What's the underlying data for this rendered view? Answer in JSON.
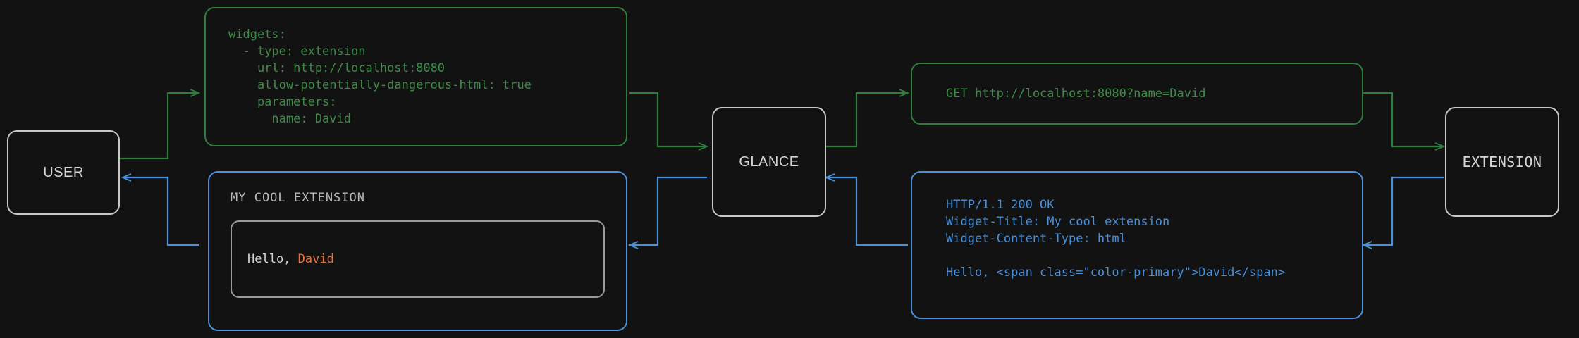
{
  "colors": {
    "background": "#121212",
    "node_border": "#c8c8c8",
    "request_green": "#3d8b47",
    "response_blue": "#4a90d9",
    "primary_accent": "#e8713a",
    "body_text": "#d6d6d6"
  },
  "nodes": {
    "user": {
      "label": "USER"
    },
    "glance": {
      "label": "GLANCE"
    },
    "extension": {
      "label": "EXTENSION"
    }
  },
  "config_block": {
    "lines": [
      "widgets:",
      "  - type: extension",
      "    url: http://localhost:8080",
      "    allow-potentially-dangerous-html: true",
      "    parameters:",
      "      name: David"
    ],
    "text": "widgets:\n  - type: extension\n    url: http://localhost:8080\n    allow-potentially-dangerous-html: true\n    parameters:\n      name: David"
  },
  "request_block": {
    "lines": [
      "GET http://localhost:8080?name=David"
    ],
    "text": "GET http://localhost:8080?name=David"
  },
  "response_block": {
    "lines": [
      "HTTP/1.1 200 OK",
      "Widget-Title: My cool extension",
      "Widget-Content-Type: html",
      "",
      "Hello, <span class=\"color-primary\">David</span>"
    ],
    "text": "HTTP/1.1 200 OK\nWidget-Title: My cool extension\nWidget-Content-Type: html\n\nHello, <span class=\"color-primary\">David</span>"
  },
  "rendered_widget": {
    "title": "MY COOL EXTENSION",
    "greeting_prefix": "Hello, ",
    "greeting_name": "David"
  }
}
